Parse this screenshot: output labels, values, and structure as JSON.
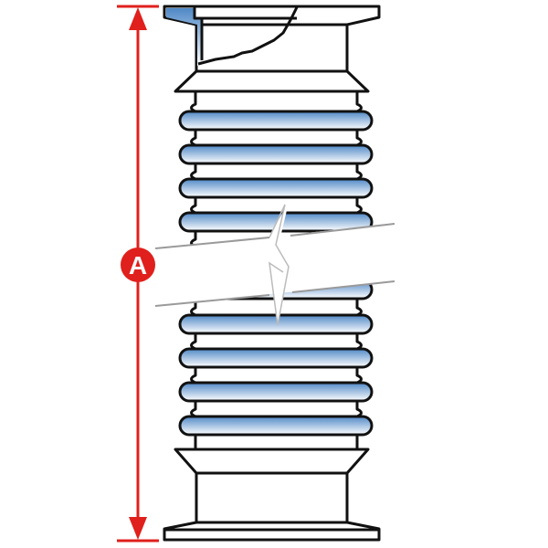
{
  "diagram": {
    "subject": "bellows",
    "dimension_label": "A",
    "colors": {
      "dimension": "#e0201c",
      "outline": "#111111",
      "ridge_top": "#5b93cc",
      "ridge_bottom": "#ffffff",
      "break_edge": "#9a9a9a"
    },
    "convolutions_visible": 9
  }
}
